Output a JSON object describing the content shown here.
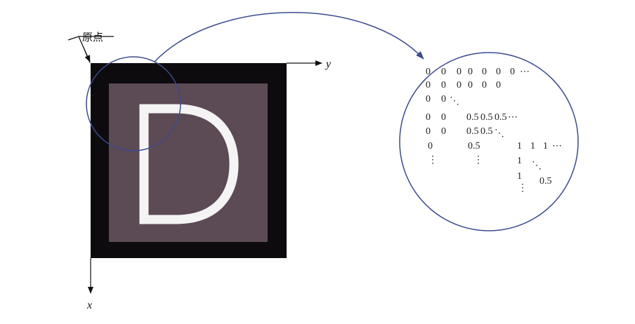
{
  "labels": {
    "origin": "原点",
    "axis_x": "x",
    "axis_y": "y"
  },
  "image": {
    "letter": "D",
    "colors": {
      "border": "#0d0b0e",
      "interior": "#5c4a55",
      "letter": "#f4f4f4",
      "circle": "#3c4a8f"
    }
  },
  "matrix": {
    "rows": [
      [
        "0",
        "0",
        "0",
        "0",
        "0",
        "0",
        "0",
        "⋯"
      ],
      [
        "0",
        "0",
        "0",
        "0",
        "0",
        "0"
      ],
      [
        "0",
        "0",
        "⋱"
      ],
      [
        "0",
        "0",
        "0.5",
        "0.5",
        "0.5",
        "⋯"
      ],
      [
        "0",
        "0",
        "0.5",
        "0.5",
        "⋱"
      ],
      [
        "0",
        "0.5",
        "1",
        "1",
        "1",
        "⋯"
      ],
      [
        "⋮",
        "⋮",
        "1",
        "⋱"
      ],
      [
        "1",
        "0.5"
      ],
      [
        "⋮"
      ]
    ]
  }
}
